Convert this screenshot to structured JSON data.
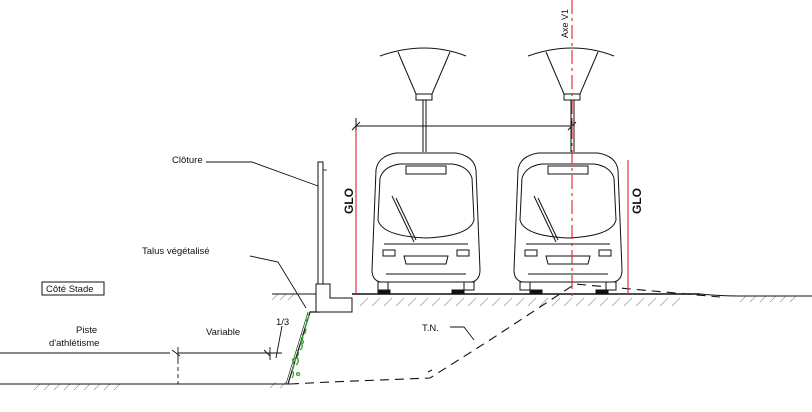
{
  "labels": {
    "cloture": "Clôture",
    "talus": "Talus végétalisé",
    "cote_stade": "Côté Stade",
    "piste_line1": "Piste",
    "piste_line2": "d'athlétisme",
    "variable": "Variable",
    "slope": "1/3",
    "tn": "T.N.",
    "glo_left": "GLO",
    "glo_right": "GLO",
    "axe": "Axe V1"
  },
  "colors": {
    "line": "#111111",
    "axis_red": "#e0202a",
    "vegetation": "#3aa13a",
    "hatch": "#999999"
  }
}
